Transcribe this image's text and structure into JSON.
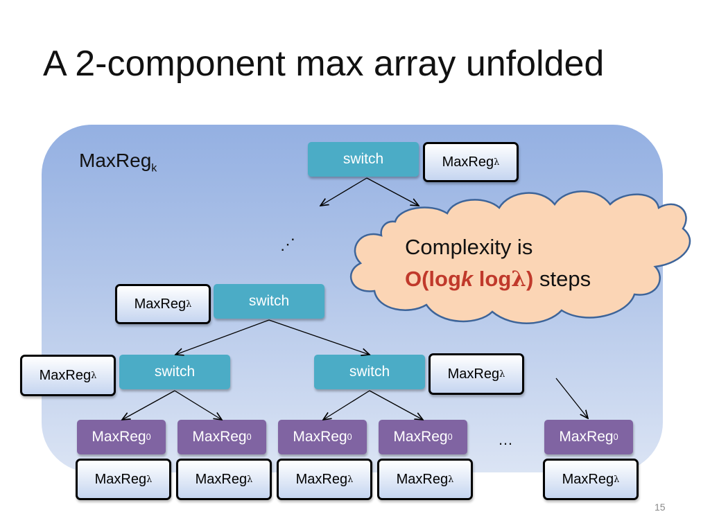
{
  "title": "A 2-component max array unfolded",
  "panel_label": {
    "base": "MaxReg",
    "sub": "k"
  },
  "switch_label": "switch",
  "reg_lambda": {
    "base": "MaxReg",
    "sub": "λ"
  },
  "reg_zero": {
    "base": "MaxReg",
    "sub": "0"
  },
  "vertical_dots": "⋰",
  "horizontal_dots": "…",
  "cloud": {
    "line1": "Complexity is",
    "formula_open": "O(log",
    "formula_k": "k",
    "formula_mid": " log",
    "formula_lambda": "λ",
    "formula_close": ")",
    "suffix": " steps"
  },
  "slide_number": "15",
  "colors": {
    "switch": "#4bacc6",
    "maxreg0": "#8064a2",
    "cloud_fill": "#fbd5b5",
    "cloud_border": "#3d6499",
    "highlight": "#c0392b"
  }
}
